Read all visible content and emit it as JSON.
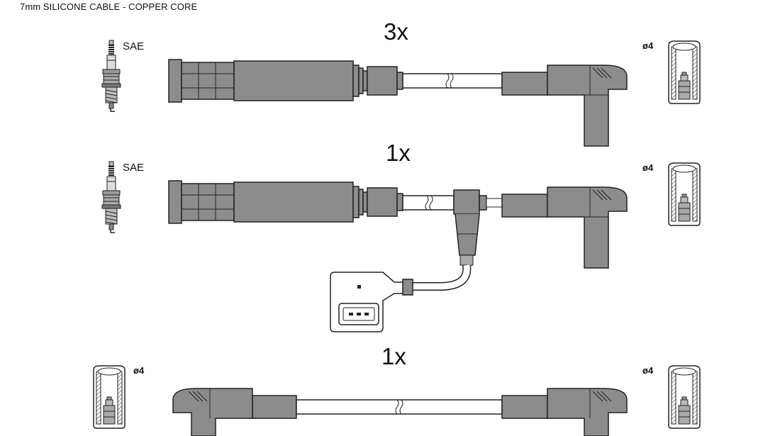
{
  "header": {
    "title": "7mm SILICONE CABLE - COPPER CORE"
  },
  "rows": [
    {
      "multiplier": "3x",
      "plug_label": "SAE",
      "cap_label": "ø4"
    },
    {
      "multiplier": "1x",
      "plug_label": "SAE",
      "cap_label": "ø4"
    },
    {
      "multiplier": "1x",
      "left_cap_label": "ø4",
      "cap_label": "ø4"
    }
  ],
  "colors": {
    "cable_fill": "#8c8c8c",
    "outline": "#222222",
    "background": "#ffffff"
  }
}
